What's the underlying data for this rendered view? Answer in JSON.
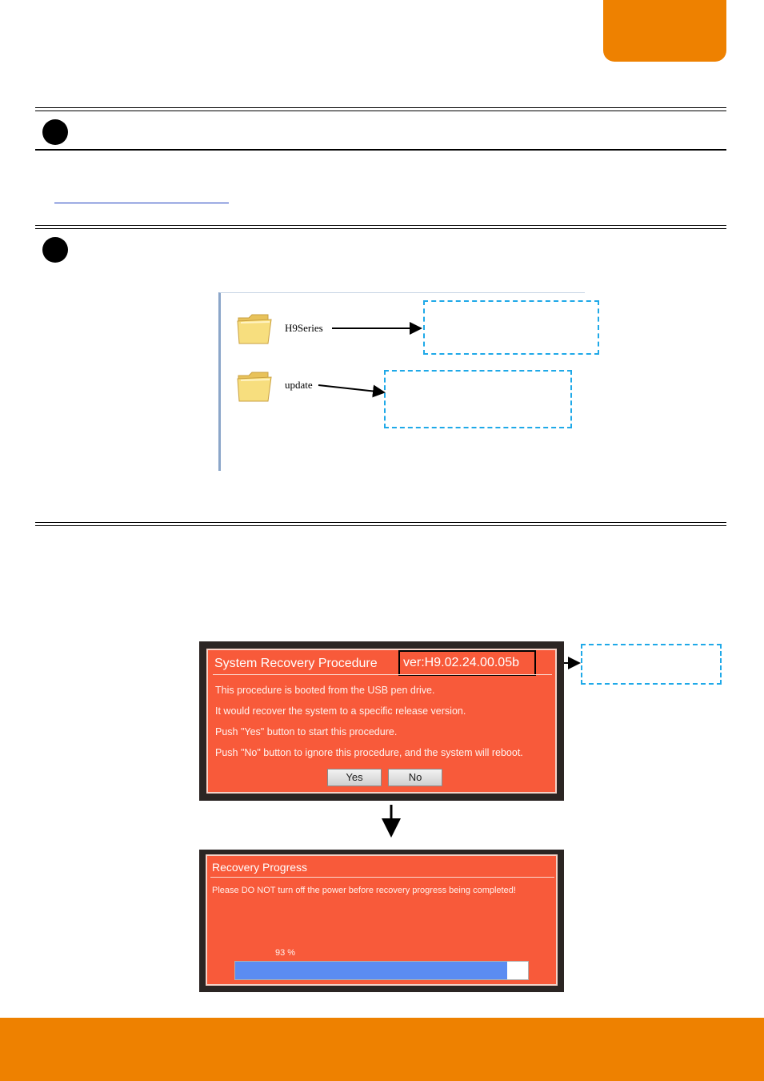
{
  "explorer": {
    "folders": [
      {
        "name": "H9Series",
        "icon": "folder-icon"
      },
      {
        "name": "update",
        "icon": "folder-icon"
      }
    ]
  },
  "recovery_dialog": {
    "title": "System Recovery Procedure",
    "version": "ver:H9.02.24.00.05b",
    "lines": [
      "This procedure is booted from the USB pen drive.",
      "It would recover the system to a specific release version.",
      "Push \"Yes\" button to start this procedure.",
      "Push \"No\" button to ignore this procedure, and the system will reboot."
    ],
    "yes_label": "Yes",
    "no_label": "No"
  },
  "progress_dialog": {
    "title": "Recovery Progress",
    "warning": "Please DO NOT turn off the power before recovery progress being completed!",
    "percent_text": "93 %",
    "progress_fraction": 0.93
  },
  "colors": {
    "accent_orange": "#EE8100",
    "dialog_red": "#F85A3A",
    "callout_blue": "#1FA9E8",
    "progress_blue": "#5B8CF2"
  }
}
